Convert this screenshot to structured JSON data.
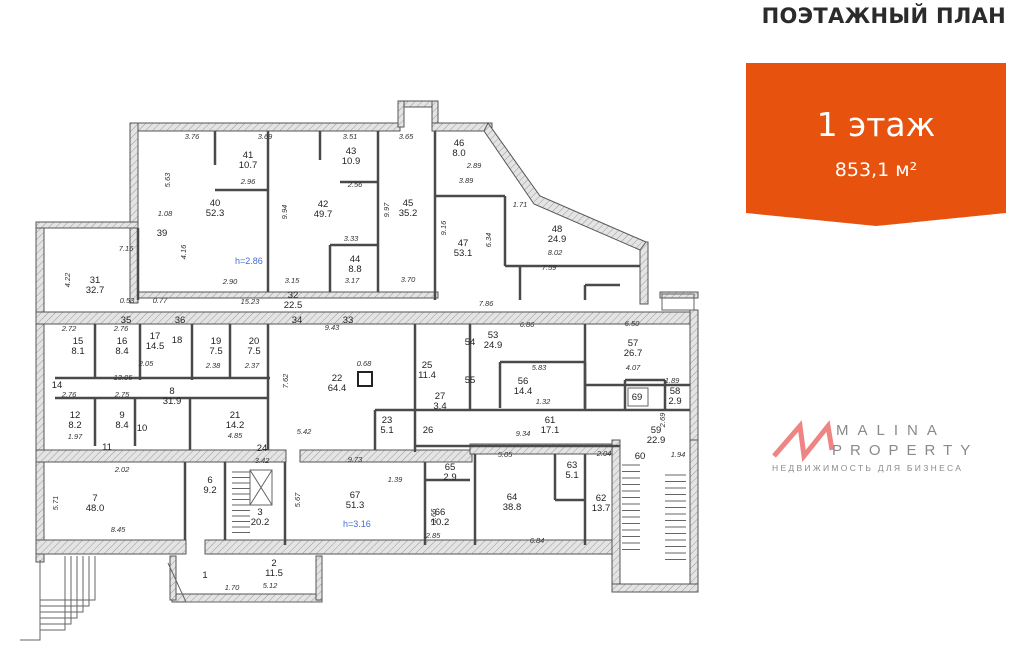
{
  "header": {
    "title": "ПОЭТАЖНЫЙ ПЛАН"
  },
  "floor_badge": {
    "floor": "1 этаж",
    "area": "853,1 м²",
    "color": "#E8520F"
  },
  "watermark": {
    "brand_line1": "MALINA",
    "brand_line2": "PROPERTY",
    "tagline": "НЕДВИЖИМОСТЬ ДЛЯ БИЗНЕСА",
    "logo_color": "#E85050"
  },
  "plan": {
    "ceiling_heights": [
      "h=2.86",
      "h=3.16"
    ],
    "rooms": [
      {
        "num": "40",
        "area": "52.3"
      },
      {
        "num": "41",
        "area": "10.7"
      },
      {
        "num": "42",
        "area": "49.7"
      },
      {
        "num": "43",
        "area": "10.9"
      },
      {
        "num": "44",
        "area": "8.8"
      },
      {
        "num": "45",
        "area": "35.2"
      },
      {
        "num": "46",
        "area": "8.0"
      },
      {
        "num": "47",
        "area": "53.1"
      },
      {
        "num": "48",
        "area": "24.9"
      },
      {
        "num": "39",
        "area": ""
      },
      {
        "num": "31",
        "area": "32.7"
      },
      {
        "num": "32",
        "area": "22.5"
      },
      {
        "num": "15",
        "area": "8.1"
      },
      {
        "num": "16",
        "area": "8.4"
      },
      {
        "num": "17",
        "area": "14.5"
      },
      {
        "num": "18",
        "area": ""
      },
      {
        "num": "19",
        "area": "7.5"
      },
      {
        "num": "20",
        "area": "7.5"
      },
      {
        "num": "22",
        "area": "64.4"
      },
      {
        "num": "14",
        "area": ""
      },
      {
        "num": "8",
        "area": "31.9"
      },
      {
        "num": "12",
        "area": "8.2"
      },
      {
        "num": "9",
        "area": "8.4"
      },
      {
        "num": "10",
        "area": ""
      },
      {
        "num": "11",
        "area": ""
      },
      {
        "num": "21",
        "area": "14.2"
      },
      {
        "num": "23",
        "area": "5.1"
      },
      {
        "num": "25",
        "area": "11.4"
      },
      {
        "num": "27",
        "area": "3.4"
      },
      {
        "num": "26",
        "area": ""
      },
      {
        "num": "53",
        "area": "24.9"
      },
      {
        "num": "54",
        "area": ""
      },
      {
        "num": "55",
        "area": ""
      },
      {
        "num": "56",
        "area": "14.4"
      },
      {
        "num": "57",
        "area": "26.7"
      },
      {
        "num": "58",
        "area": "2.9"
      },
      {
        "num": "59",
        "area": "22.9"
      },
      {
        "num": "60",
        "area": ""
      },
      {
        "num": "61",
        "area": "17.1"
      },
      {
        "num": "64",
        "area": "38.8"
      },
      {
        "num": "63",
        "area": "5.1"
      },
      {
        "num": "62",
        "area": "13.7"
      },
      {
        "num": "65",
        "area": "2.9"
      },
      {
        "num": "66",
        "area": "10.2"
      },
      {
        "num": "67",
        "area": "51.3"
      },
      {
        "num": "7",
        "area": "48.0"
      },
      {
        "num": "6",
        "area": "9.2"
      },
      {
        "num": "3",
        "area": "20.2"
      },
      {
        "num": "2",
        "area": "11.5"
      },
      {
        "num": "1",
        "area": ""
      },
      {
        "num": "69",
        "area": ""
      },
      {
        "num": "35",
        "area": ""
      },
      {
        "num": "36",
        "area": ""
      },
      {
        "num": "34",
        "area": ""
      },
      {
        "num": "33",
        "area": ""
      },
      {
        "num": "24",
        "area": ""
      }
    ],
    "dimensions": [
      "3.76",
      "3.69",
      "3.51",
      "3.65",
      "5.63",
      "2.96",
      "3.33",
      "2.56",
      "1.08",
      "4.16",
      "2.90",
      "3.15",
      "3.17",
      "3.70",
      "7.16",
      "4.22",
      "0.53",
      "0.77",
      "15.23",
      "9.43",
      "2.72",
      "2.76",
      "2.05",
      "2.38",
      "2.37",
      "13.05",
      "2.76",
      "2.75",
      "1.97",
      "4.85",
      "5.42",
      "7.62",
      "9.73",
      "2.02",
      "8.45",
      "5.71",
      "3.42",
      "5.67",
      "3.66",
      "2.85",
      "5.12",
      "1.70",
      "7.86",
      "6.86",
      "6.50",
      "4.07",
      "5.83",
      "1.32",
      "9.34",
      "5.05",
      "6.84",
      "2.04",
      "1.94",
      "8.02",
      "7.59",
      "2.89",
      "3.89",
      "1.71",
      "9.94",
      "9.97",
      "9.16",
      "6.34",
      "1.39",
      "1.89",
      "2.69",
      "0.68"
    ]
  }
}
